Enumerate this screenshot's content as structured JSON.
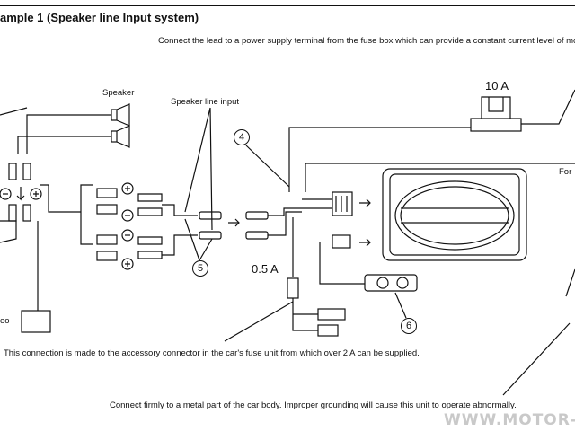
{
  "title": "ample 1 (Speaker line Input system)",
  "instructions": {
    "power": "Connect the lead to a power supply terminal from the fuse box which can provide a constant current level of mo",
    "accessory": "This connection is made to the accessory  connector in the car's fuse unit from which over 2 A can be supplied.",
    "ground": "Connect firmly to a metal part of the car body.  Improper grounding will cause this unit to operate abnormally."
  },
  "labels": {
    "speaker": "Speaker",
    "speaker_line_input": "Speaker line input",
    "fuse_10a": "10 A",
    "fuse_05a": "0.5 A",
    "for_partial": "For",
    "eo_partial": "eo"
  },
  "callouts": {
    "c4": "4",
    "c5": "5",
    "c6": "6"
  },
  "watermark": "WWW.MOTOR-T"
}
